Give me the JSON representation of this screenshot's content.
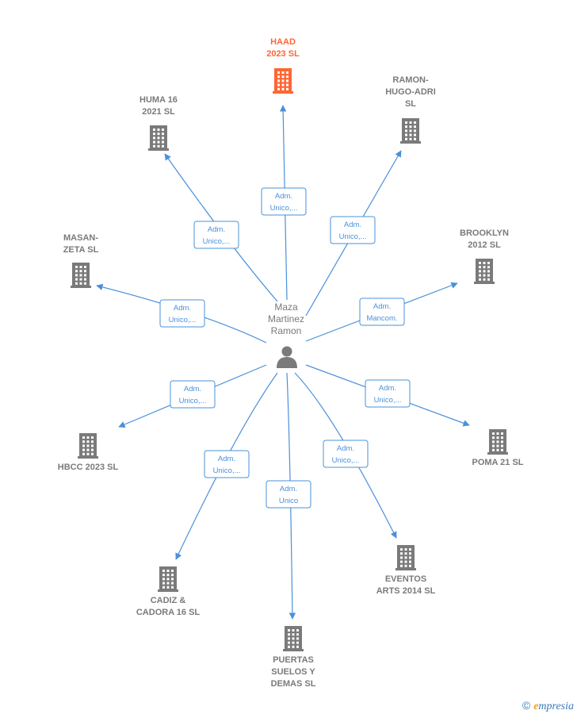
{
  "center": {
    "label_lines": [
      "Maza",
      "Martinez",
      "Ramon"
    ],
    "icon": "person-icon"
  },
  "colors": {
    "edge": "#4a90d9",
    "company": "#7a7a7a",
    "highlight": "#ff6633"
  },
  "companies": [
    {
      "id": "haad",
      "label_lines": [
        "HAAD",
        "2023  SL"
      ],
      "highlight": true,
      "edge_lines": [
        "Adm.",
        "Unico,..."
      ]
    },
    {
      "id": "ramon-hugo-adri",
      "label_lines": [
        "RAMON-",
        "HUGO-ADRI",
        "SL"
      ],
      "highlight": false,
      "edge_lines": [
        "Adm.",
        "Unico,..."
      ]
    },
    {
      "id": "brooklyn",
      "label_lines": [
        "BROOKLYN",
        "2012 SL"
      ],
      "highlight": false,
      "edge_lines": [
        "Adm.",
        "Mancom."
      ]
    },
    {
      "id": "poma",
      "label_lines": [
        "POMA 21  SL"
      ],
      "highlight": false,
      "edge_lines": [
        "Adm.",
        "Unico,..."
      ]
    },
    {
      "id": "eventos",
      "label_lines": [
        "EVENTOS",
        "ARTS 2014  SL"
      ],
      "highlight": false,
      "edge_lines": [
        "Adm.",
        "Unico,..."
      ]
    },
    {
      "id": "puertas",
      "label_lines": [
        "PUERTAS",
        "SUELOS Y",
        "DEMAS  SL"
      ],
      "highlight": false,
      "edge_lines": [
        "Adm.",
        "Unico"
      ]
    },
    {
      "id": "cadiz",
      "label_lines": [
        "CADIZ &",
        "CADORA 16  SL"
      ],
      "highlight": false,
      "edge_lines": [
        "Adm.",
        "Unico,..."
      ]
    },
    {
      "id": "hbcc",
      "label_lines": [
        "HBCC 2023  SL"
      ],
      "highlight": false,
      "edge_lines": [
        "Adm.",
        "Unico,..."
      ]
    },
    {
      "id": "masan-zeta",
      "label_lines": [
        "MASAN-",
        "ZETA  SL"
      ],
      "highlight": false,
      "edge_lines": [
        "Adm.",
        "Unico,..."
      ]
    },
    {
      "id": "huma",
      "label_lines": [
        "HUMA 16",
        "2021  SL"
      ],
      "highlight": false,
      "edge_lines": [
        "Adm.",
        "Unico,..."
      ]
    }
  ],
  "footer": {
    "copyright_symbol": "©",
    "brand_initial": "e",
    "brand_rest": "mpresia"
  }
}
